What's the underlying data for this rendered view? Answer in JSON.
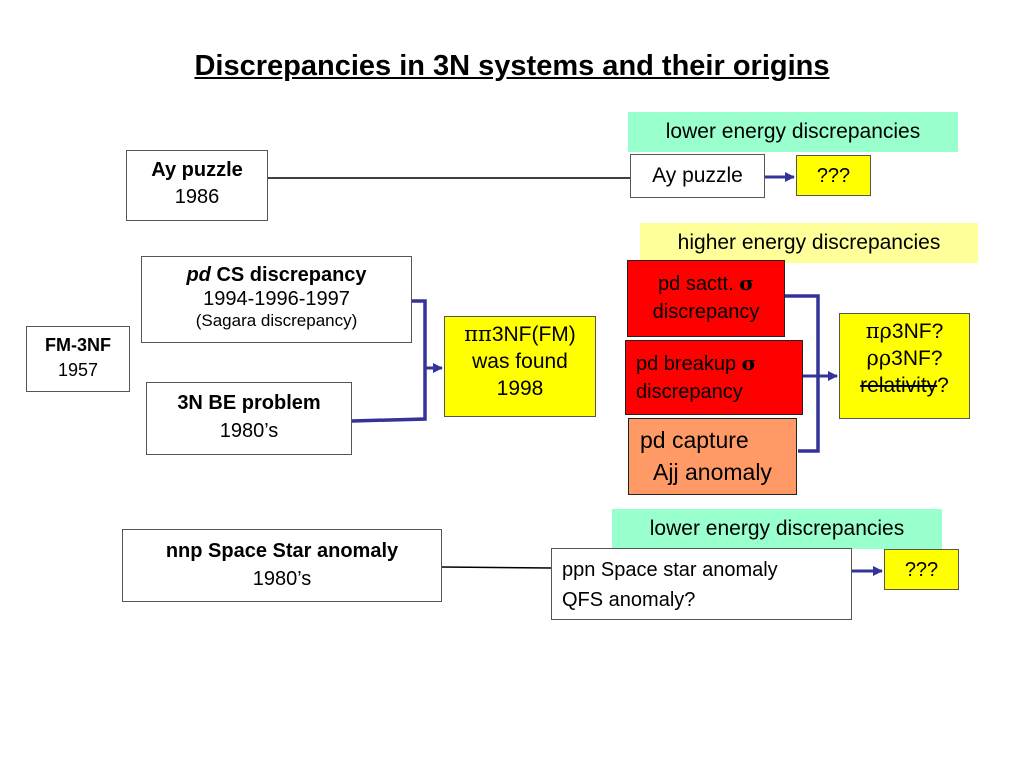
{
  "title": "Discrepancies in 3N systems and their origins",
  "colors": {
    "cyan": "#99ffcc",
    "light_yellow": "#ffff99",
    "yellow": "#ffff00",
    "red": "#ff0000",
    "orange": "#ff9966",
    "connector": "#333399"
  },
  "labels": {
    "lower_energy_top": "lower energy discrepancies",
    "higher_energy": "higher energy discrepancies",
    "lower_energy_bottom": "lower energy discrepancies"
  },
  "boxes": {
    "ay_puzzle_left": {
      "title": "Ay puzzle",
      "year": "1986"
    },
    "pd_cs": {
      "title_italic": "pd",
      "title_rest": " CS discrepancy",
      "years": "1994-1996-1997",
      "note": "(Sagara discrepancy)"
    },
    "fm3nf": {
      "title": "FM-3NF",
      "year": "1957"
    },
    "be3n": {
      "title": "3N BE problem",
      "year": "1980’s"
    },
    "pipi": {
      "sym": "ππ",
      "line1": "3NF(FM)",
      "line2": "was found",
      "line3": "1998"
    },
    "ay_puzzle_right": {
      "text": "Ay puzzle"
    },
    "qqq_top": {
      "text": "???"
    },
    "pd_sactt": {
      "line1": "pd sactt. ",
      "sigma": "σ",
      "line2": "discrepancy"
    },
    "pd_breakup": {
      "line1": "pd breakup ",
      "sigma": "σ",
      "line2": "discrepancy"
    },
    "pd_capture": {
      "line1": "pd capture",
      "line2": "Ajj anomaly"
    },
    "pirho": {
      "sym1": "πρ",
      "line1": "3NF?",
      "sym2": "ρρ",
      "line2": "3NF?",
      "struck": "relativity",
      "tail": "?"
    },
    "nnp": {
      "title": "nnp Space Star anomaly",
      "year": "1980’s"
    },
    "ppn": {
      "line1": "ppn Space star anomaly",
      "line2": "QFS anomaly?"
    },
    "qqq_bottom": {
      "text": "???"
    }
  }
}
